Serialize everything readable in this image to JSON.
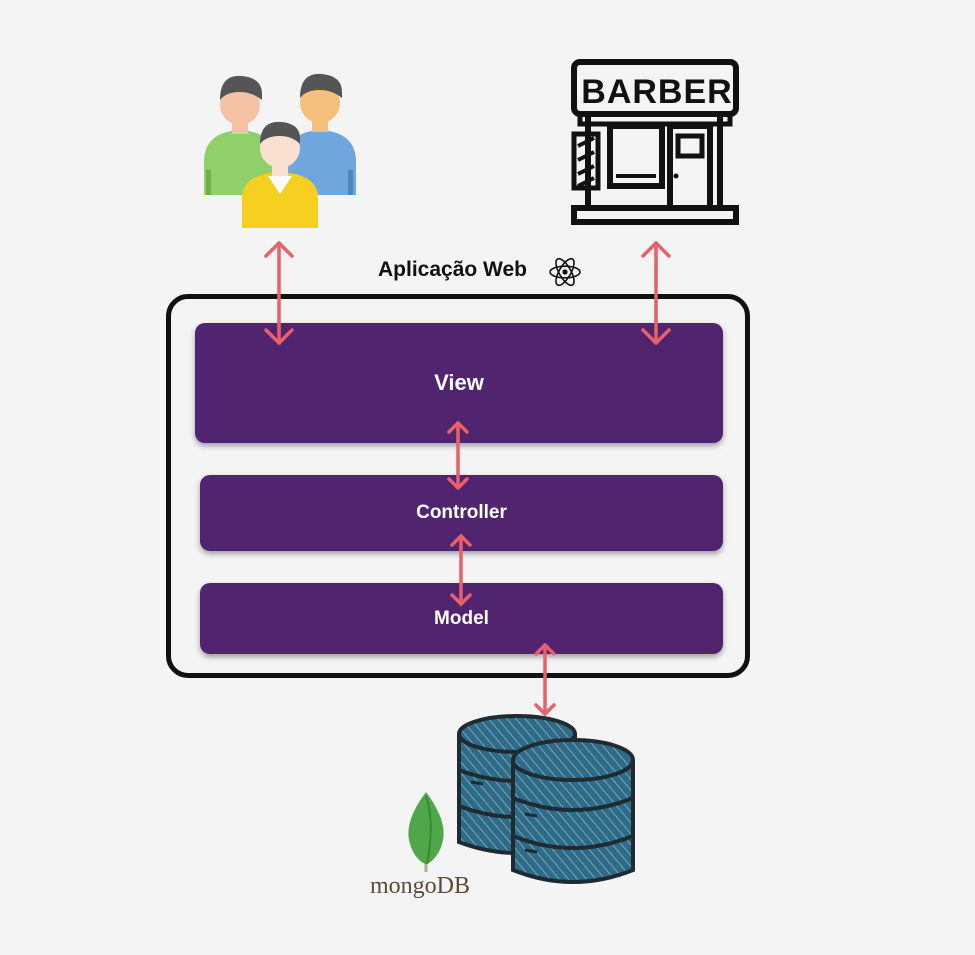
{
  "diagram": {
    "app_title": "Aplicação Web",
    "layers": {
      "view": "View",
      "controller": "Controller",
      "model": "Model"
    },
    "barber_sign": "BARBER",
    "database_logo": "mongoDB",
    "colors": {
      "layer_fill": "#50246f",
      "arrow": "#e8606a",
      "frame": "#111111",
      "background": "#f4f4f4",
      "database": "#2f6a86"
    },
    "icons": [
      "users-icon",
      "barber-shop-icon",
      "react-logo-icon",
      "database-icon",
      "mongodb-leaf-icon"
    ]
  }
}
